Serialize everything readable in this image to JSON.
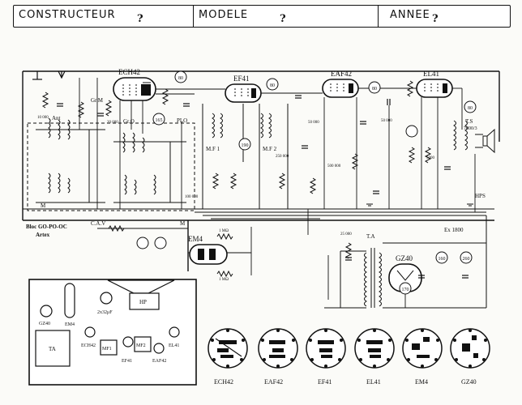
{
  "header": {
    "constructeur_label": "CONSTRUCTEUR",
    "constructeur_value": "?",
    "modele_label": "MODELE",
    "modele_value": "?",
    "annee_label": "ANNEE",
    "annee_value": "?"
  },
  "tubes": {
    "ech42": "ECH42",
    "ef41": "EF41",
    "eaf42": "EAF42",
    "el41": "EL41",
    "em4": "EM4",
    "gz40": "GZ40"
  },
  "labels": {
    "ant": "Ant",
    "gr_m": "Gr.M",
    "gr_o": "Gr.O",
    "plo": "PLO",
    "mf1": "M.F\n1",
    "mf2": "M.F\n2",
    "bloc": "Bloc GO-PO-OC",
    "artex": "Artex",
    "cav": "C.A.V",
    "ta": "T.A",
    "ex": "Ex 1800",
    "ts": "T.S",
    "ts_val": "7000/3",
    "hps": "HPS",
    "m": "M"
  },
  "component_values": [
    "10 000",
    "50 000",
    "20 000",
    "50 000",
    "100 000",
    "250 000",
    "1 MΩ",
    "500 000",
    "5000",
    "25 000",
    "1 MΩ"
  ],
  "circles": [
    "80",
    "165",
    "80",
    "80",
    "190",
    "160",
    "170",
    "260",
    "80"
  ],
  "layout_panel": {
    "hp": "HP",
    "cap": "2x32μF",
    "gz40": "GZ40",
    "em4": "EM4",
    "ta": "TA",
    "ech42": "ECH42",
    "mf1": "MF1",
    "mf2": "MF2",
    "ef41": "EF41",
    "eaf42": "EAF42",
    "el41": "EL41"
  },
  "sockets": [
    "ECH42",
    "EAF42",
    "EF41",
    "EL41",
    "EM4",
    "GZ40"
  ]
}
